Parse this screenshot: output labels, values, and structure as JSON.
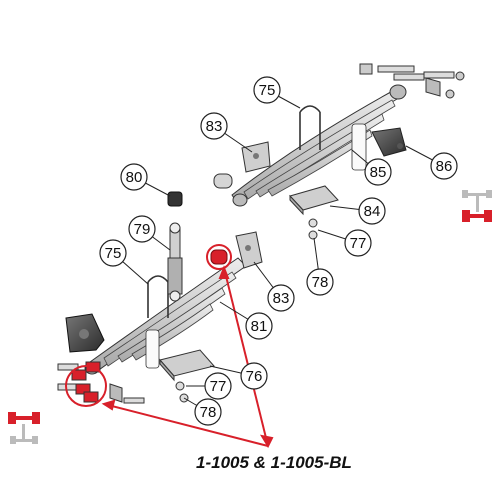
{
  "diagram": {
    "caption": "1-1005 & 1-1005-BL",
    "callouts": [
      "75",
      "83",
      "85",
      "86",
      "80",
      "84",
      "79",
      "77",
      "75",
      "78",
      "83",
      "81",
      "76",
      "77",
      "78"
    ],
    "highlight_color": "#d8202a",
    "line_color": "#222222"
  }
}
